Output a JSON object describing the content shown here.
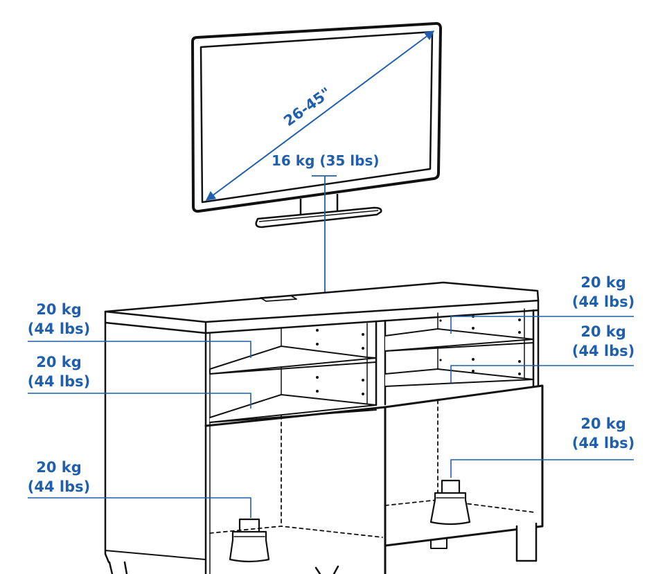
{
  "tv": {
    "size_label": "26-45\"",
    "weight_label": "16 kg (35 lbs)"
  },
  "loads": [
    {
      "id": "left-shelf-upper",
      "kg": "20 kg",
      "lbs": "(44 lbs)"
    },
    {
      "id": "left-shelf-lower",
      "kg": "20 kg",
      "lbs": "(44 lbs)"
    },
    {
      "id": "left-bottom",
      "kg": "20 kg",
      "lbs": "(44 lbs)"
    },
    {
      "id": "right-shelf-upper",
      "kg": "20 kg",
      "lbs": "(44 lbs)"
    },
    {
      "id": "right-shelf-lower",
      "kg": "20 kg",
      "lbs": "(44 lbs)"
    },
    {
      "id": "right-bottom",
      "kg": "20 kg",
      "lbs": "(44 lbs)"
    }
  ],
  "colors": {
    "annotation": "#1f5fae",
    "line_art": "#111111"
  }
}
